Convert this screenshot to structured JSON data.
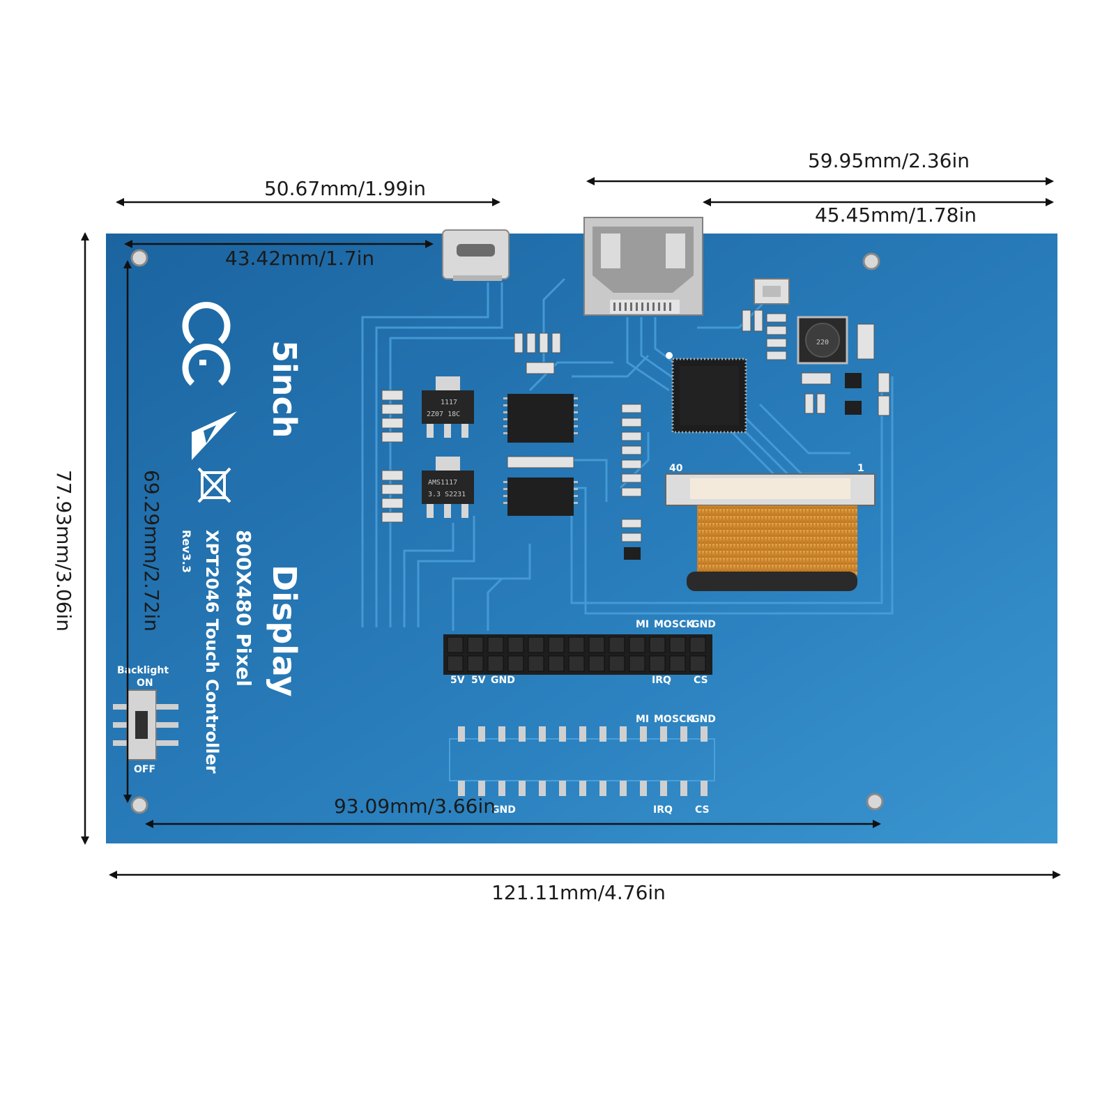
{
  "dimensions": {
    "top_left": "50.67mm/1.99in",
    "top_right_outer": "59.95mm/2.36in",
    "top_right_inner": "45.45mm/1.78in",
    "inner_top_left": "43.42mm/1.7in",
    "left_outer": "77.93mm/3.06in",
    "left_inner": "69.29mm/2.72in",
    "bottom_inner": "93.09mm/3.66in",
    "bottom_outer": "121.11mm/4.76in"
  },
  "silkscreen": {
    "size": "5inch",
    "product": "Display",
    "resolution": "800X480 Pixel",
    "controller": "XPT2046 Touch Controller",
    "revision": "Rev3.3",
    "backlight": "Backlight",
    "on": "ON",
    "off": "OFF",
    "ffc_pin_40": "40",
    "ffc_pin_1": "1",
    "inductor": "220",
    "reg1_line1": "1117",
    "reg1_line2": "2Z07 18C",
    "reg2_line1": "AMS1117",
    "reg2_line2": "3.3 S2231",
    "hdr_top_mi": "MI",
    "hdr_top_mo": "MO",
    "hdr_top_sck": "SCK",
    "hdr_top_gnd": "GND",
    "hdr_bot_5v1": "5V",
    "hdr_bot_5v2": "5V",
    "hdr_bot_gnd": "GND",
    "hdr_bot_irq": "IRQ",
    "hdr_bot_cs": "CS",
    "pads_mi": "MI",
    "pads_mo": "MO",
    "pads_sck": "SCK",
    "pads_gnd": "GND",
    "pads_gnd2": "GND",
    "pads_irq": "IRQ",
    "pads_cs": "CS"
  },
  "colors": {
    "board": "#1f6fa8",
    "trace": "#3a92cf",
    "header": "#1a1a1a",
    "ffc": "#d9922e",
    "metal": "#c9c9c9"
  },
  "icons": [
    "ce-mark-icon",
    "esd-warning-icon",
    "weee-bin-icon"
  ]
}
